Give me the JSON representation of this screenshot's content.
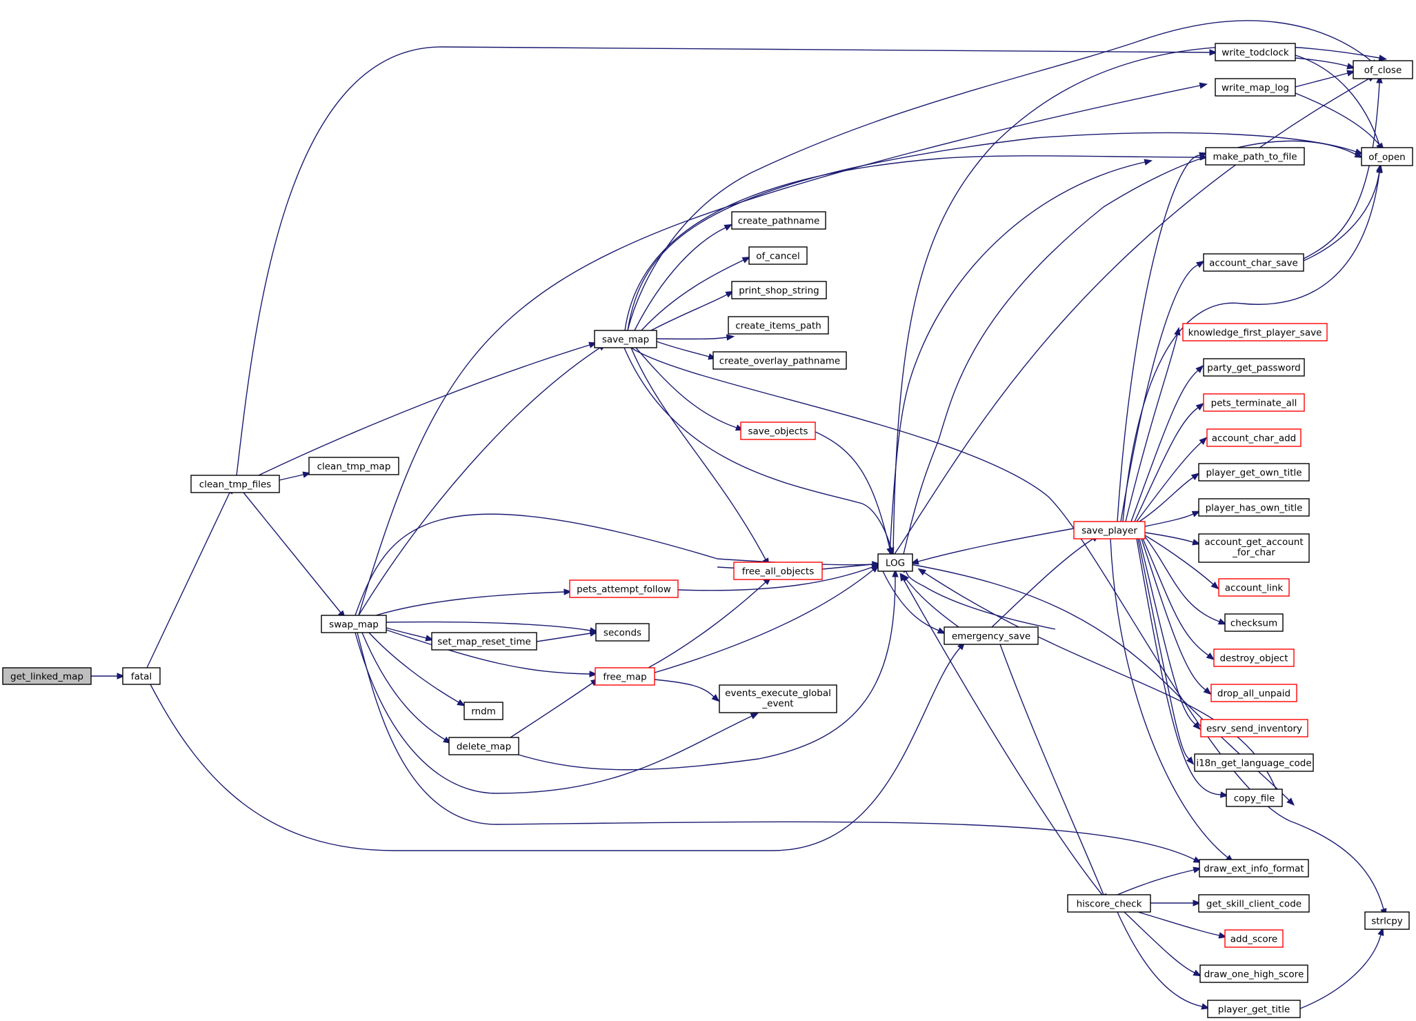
{
  "diagram": {
    "colors": {
      "background": "#ffffff",
      "node_border": "#000000",
      "truncated_node_border": "#ff0000",
      "root_node_fill": "#bfbfbf",
      "edge": "#191970"
    },
    "nodes": {
      "get_linked_map": "get_linked_map",
      "fatal": "fatal",
      "clean_tmp_files": "clean_tmp_files",
      "clean_tmp_map": "clean_tmp_map",
      "swap_map": "swap_map",
      "save_map": "save_map",
      "write_todclock": "write_todclock",
      "write_map_log": "write_map_log",
      "make_path_to_file": "make_path_to_file",
      "of_close": "of_close",
      "of_open": "of_open",
      "create_pathname": "create_pathname",
      "of_cancel": "of_cancel",
      "print_shop_string": "print_shop_string",
      "create_items_path": "create_items_path",
      "create_overlay_pathname": "create_overlay_pathname",
      "save_objects": "save_objects",
      "free_all_objects": "free_all_objects",
      "LOG": "LOG",
      "pets_attempt_follow": "pets_attempt_follow",
      "seconds": "seconds",
      "set_map_reset_time": "set_map_reset_time",
      "free_map": "free_map",
      "events_execute_global_event_1": "events_execute_global",
      "events_execute_global_event_2": "_event",
      "rndm": "rndm",
      "delete_map": "delete_map",
      "emergency_save": "emergency_save",
      "save_player": "save_player",
      "hiscore_check": "hiscore_check",
      "account_char_save": "account_char_save",
      "knowledge_first_player_save": "knowledge_first_player_save",
      "party_get_password": "party_get_password",
      "pets_terminate_all": "pets_terminate_all",
      "account_char_add": "account_char_add",
      "player_get_own_title": "player_get_own_title",
      "player_has_own_title": "player_has_own_title",
      "account_get_account_for_char_1": "account_get_account",
      "account_get_account_for_char_2": "_for_char",
      "account_link": "account_link",
      "checksum": "checksum",
      "destroy_object": "destroy_object",
      "drop_all_unpaid": "drop_all_unpaid",
      "esrv_send_inventory": "esrv_send_inventory",
      "i18n_get_language_code": "i18n_get_language_code",
      "copy_file": "copy_file",
      "draw_ext_info_format": "draw_ext_info_format",
      "get_skill_client_code": "get_skill_client_code",
      "add_score": "add_score",
      "draw_one_high_score": "draw_one_high_score",
      "player_get_title": "player_get_title",
      "strlcpy": "strlcpy"
    }
  }
}
